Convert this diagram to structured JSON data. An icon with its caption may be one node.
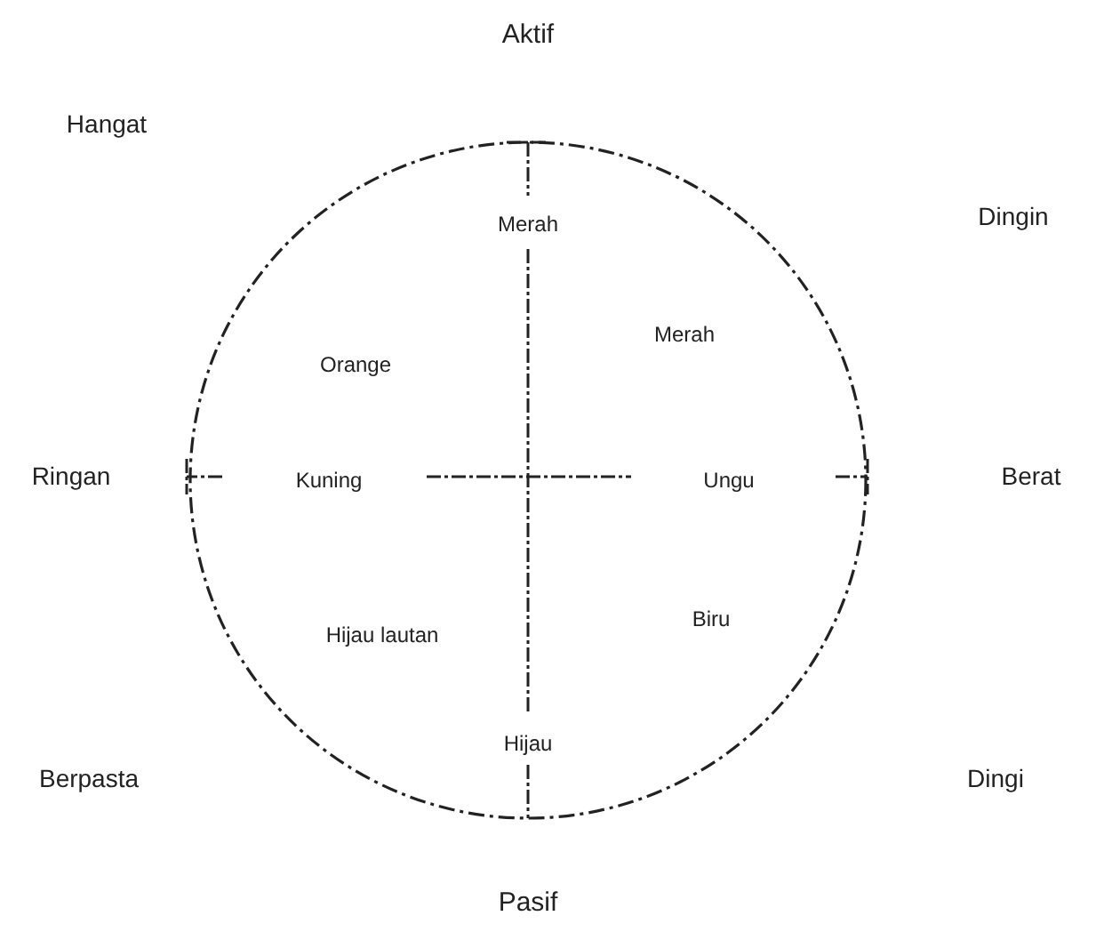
{
  "diagram": {
    "labels": [
      "Aktif",
      "Hangat",
      "Merah",
      "Dingin",
      "Merah",
      "Orange",
      "Ringan",
      "Kuning",
      "Ungu",
      "Berat",
      "Hijau lautan",
      "Biru",
      "Berpasta",
      "Hijau",
      "Dingi",
      "Pasif"
    ]
  }
}
